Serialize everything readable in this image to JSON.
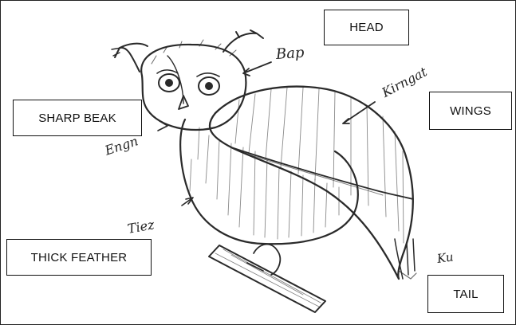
{
  "labels": {
    "head": "HEAD",
    "sharp_beak": "SHARP BEAK",
    "wings": "WINGS",
    "thick_feather": "THICK FEATHER",
    "tail": "TAIL"
  },
  "handwritten": {
    "head": "Bap",
    "wings": "Kirngat",
    "beak": "Engn",
    "feather": "Tiez",
    "tail": "Ku"
  },
  "colors": {
    "ink": "#222222",
    "box_border": "#111111",
    "background": "#ffffff"
  }
}
